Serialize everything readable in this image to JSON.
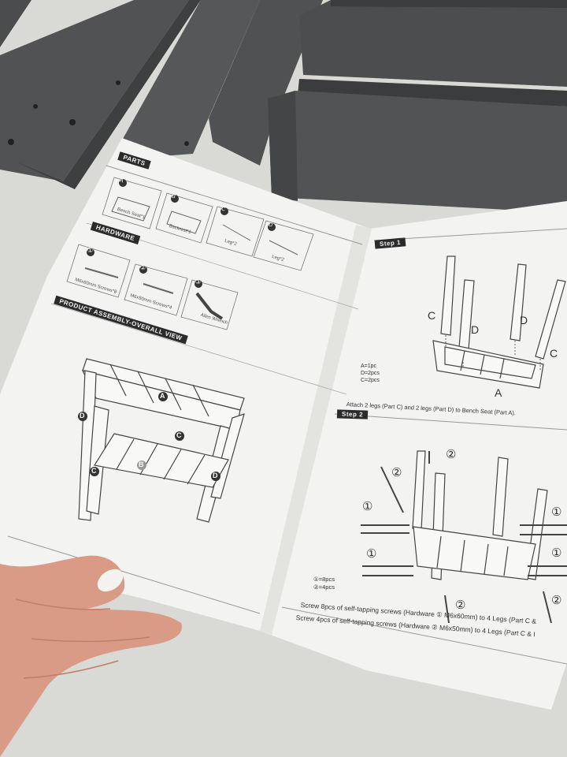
{
  "colors": {
    "floor": "#d9d9d6",
    "panels": "#4f5152",
    "panel_edge": "#3a3c3d",
    "paper": "#f3f3f1",
    "ink": "#333333",
    "skin": "#d99a86",
    "nail": "#f4f2ee"
  },
  "left_page": {
    "parts_title": "PARTS",
    "parts": [
      {
        "letter": "A",
        "label": "Bench Seat*1"
      },
      {
        "letter": "B",
        "label": "Backrest*1"
      },
      {
        "letter": "C",
        "label": "Leg*2"
      },
      {
        "letter": "D",
        "label": "Leg*2"
      }
    ],
    "hardware_title": "HARDWARE",
    "hardware": [
      {
        "num": "①",
        "label": "M6x60mm Screws*8"
      },
      {
        "num": "②",
        "label": "M6x50mm Screws*4"
      },
      {
        "num": "③",
        "label": "Allen Wrench"
      }
    ],
    "overview_title": "PRODUCT ASSEMBLY-OVERALL VIEW",
    "overview_labels": {
      "a": "A",
      "b": "B",
      "c": "C",
      "d": "D"
    }
  },
  "right_page": {
    "step1_title": "Step 1",
    "step1_counts": [
      "A=1pc",
      "D=2pcs",
      "C=2pcs"
    ],
    "step1_instruction": "Attach 2 legs (Part C) and 2 legs (Part D) to Bench Seat (Part A).",
    "step1_labels": {
      "c": "C",
      "d": "D",
      "a": "A"
    },
    "step2_title": "Step 2",
    "step2_counts": [
      "①=8pcs",
      "②=4pcs"
    ],
    "step2_line1": "Screw 8pcs of self-tapping screws (Hardware ① M6x60mm) to 4 Legs (Part C &",
    "step2_line2": "Screw 4pcs of self-tapping screws (Hardware ② M6x50mm) to 4 Legs (Part C & I",
    "circled": {
      "one": "①",
      "two": "②"
    }
  }
}
